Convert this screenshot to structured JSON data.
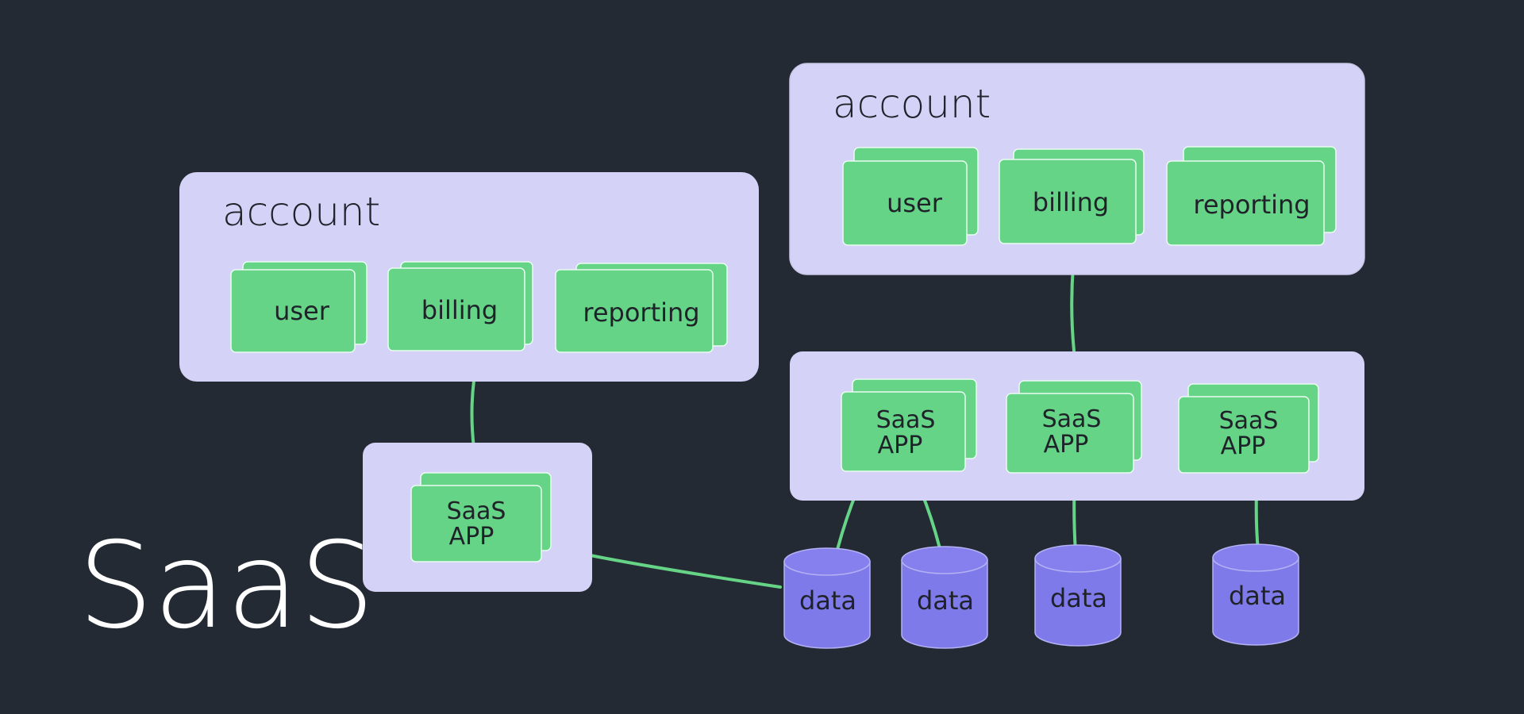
{
  "colors": {
    "background": "#242a33",
    "panel": "#d4d2f7",
    "component": "#66d486",
    "connector": "#66d486",
    "database": "#7e7ae9",
    "title": "#ffffff"
  },
  "title": "SaaS",
  "account_left": {
    "heading": "account",
    "services": [
      "user",
      "billing",
      "reporting"
    ]
  },
  "account_right": {
    "heading": "account",
    "services": [
      "user",
      "billing",
      "reporting"
    ]
  },
  "app_left": {
    "line1": "SaaS",
    "line2": "APP"
  },
  "apps_right": [
    {
      "line1": "SaaS",
      "line2": "APP"
    },
    {
      "line1": "SaaS",
      "line2": "APP"
    },
    {
      "line1": "SaaS",
      "line2": "APP"
    }
  ],
  "databases": [
    "data",
    "data",
    "data",
    "data"
  ]
}
